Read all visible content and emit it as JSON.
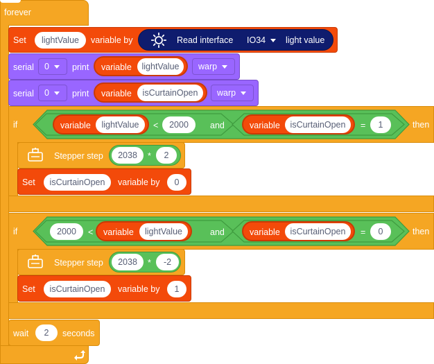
{
  "forever": {
    "label": "forever"
  },
  "set_light": {
    "set": "Set",
    "var": "lightValue",
    "by": "variable by",
    "read": "Read interface",
    "pin": "IO34",
    "measure": "light value"
  },
  "serial1": {
    "serial": "serial",
    "port": "0",
    "print": "print",
    "variable": "variable",
    "var": "lightValue",
    "mode": "warp"
  },
  "serial2": {
    "serial": "serial",
    "port": "0",
    "print": "print",
    "variable": "variable",
    "var": "isCurtainOpen",
    "mode": "warp"
  },
  "if1": {
    "if": "if",
    "then": "then",
    "and": "and",
    "left": {
      "variable": "variable",
      "var": "lightValue",
      "op": "<",
      "value": "2000"
    },
    "right": {
      "variable": "variable",
      "var": "isCurtainOpen",
      "op": "=",
      "value": "1"
    },
    "stepper": {
      "label": "Stepper step",
      "a": "2038",
      "op": "*",
      "b": "2"
    },
    "set": {
      "set": "Set",
      "var": "isCurtainOpen",
      "by": "variable by",
      "value": "0"
    }
  },
  "if2": {
    "if": "if",
    "then": "then",
    "and": "and",
    "left": {
      "value": "2000",
      "op": "<",
      "variable": "variable",
      "var": "lightValue"
    },
    "right": {
      "variable": "variable",
      "var": "isCurtainOpen",
      "op": "=",
      "value": "0"
    },
    "stepper": {
      "label": "Stepper step",
      "a": "2038",
      "op": "*",
      "b": "-2"
    },
    "set": {
      "set": "Set",
      "var": "isCurtainOpen",
      "by": "variable by",
      "value": "1"
    }
  },
  "wait": {
    "label": "wait",
    "value": "2",
    "unit": "seconds"
  },
  "icons": {
    "light": "light-sensor-icon",
    "stepper": "stepper-motor-icon",
    "loop": "loop-arrow-icon"
  },
  "colors": {
    "control": "#f5a623",
    "variable": "#f34a0a",
    "serial": "#9966ff",
    "operator": "#59c059",
    "sensor": "#0f1c6e"
  }
}
